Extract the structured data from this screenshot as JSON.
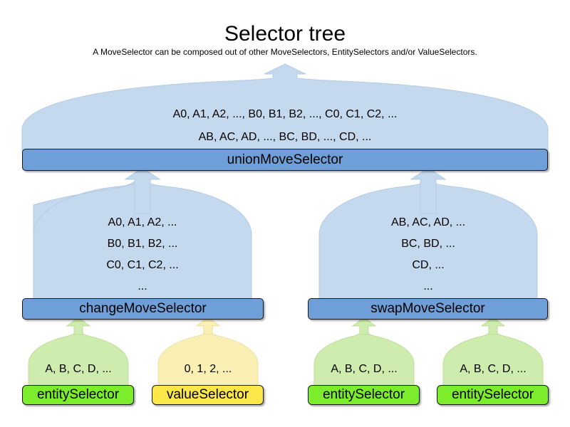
{
  "header": {
    "title": "Selector tree",
    "subtitle": "A MoveSelector can be composed out of other MoveSelectors, EntitySelectors and/or ValueSelectors."
  },
  "colors": {
    "dome_blue": "#c5d9ee",
    "bar_blue": "#6f9fd8",
    "dome_green": "#cdecad",
    "bar_green": "#7ced2c",
    "dome_yellow": "#faf0b4",
    "bar_yellow": "#fbe74a",
    "outline": "#1a1a1a",
    "dome_outline": "#b4cbe3",
    "background": "#ffffff"
  },
  "nodes": {
    "union": {
      "label": "unionMoveSelector",
      "lines": [
        "A0, A1, A2, ..., B0, B1, B2, ..., C0, C1, C2, ...",
        "AB, AC, AD, ..., BC, BD, ..., CD, ..."
      ]
    },
    "change": {
      "label": "changeMoveSelector",
      "lines": [
        "A0, A1, A2, ...",
        "B0, B1, B2, ...",
        "C0, C1, C2, ...",
        "..."
      ]
    },
    "swap": {
      "label": "swapMoveSelector",
      "lines": [
        "AB, AC, AD, ...",
        "BC, BD, ...",
        "CD, ...",
        "..."
      ]
    },
    "leaf_entity_1": {
      "label": "entitySelector",
      "lines": [
        "A, B, C, D, ..."
      ]
    },
    "leaf_value_1": {
      "label": "valueSelector",
      "lines": [
        "0, 1, 2, ..."
      ]
    },
    "leaf_entity_2": {
      "label": "entitySelector",
      "lines": [
        "A, B, C, D, ..."
      ]
    },
    "leaf_entity_3": {
      "label": "entitySelector",
      "lines": [
        "A, B, C, D, ..."
      ]
    }
  }
}
